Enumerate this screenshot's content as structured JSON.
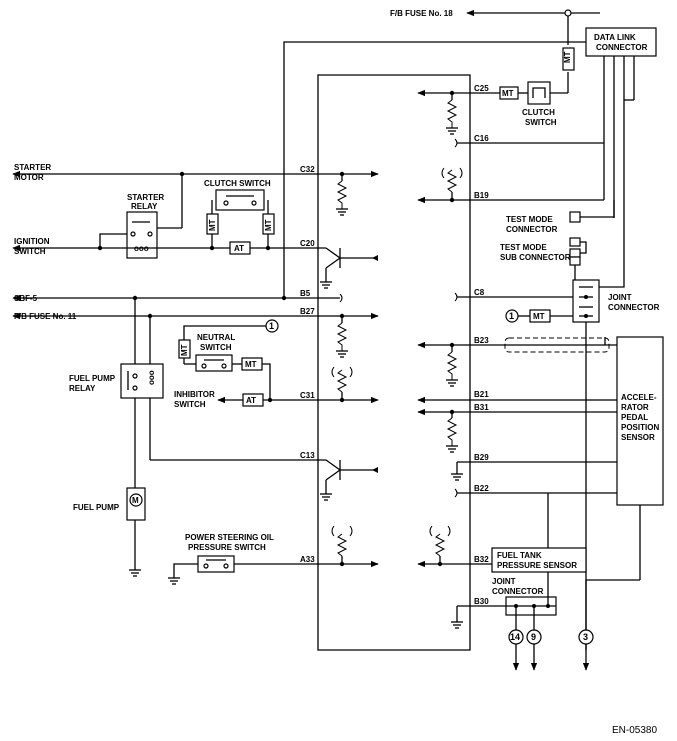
{
  "figure_id": "EN-05380",
  "components": {
    "fb_fuse_18": "F/B FUSE No. 18",
    "data_link": [
      "DATA LINK",
      "CONNECTOR"
    ],
    "starter_motor": [
      "STARTER",
      "MOTOR"
    ],
    "starter_relay": [
      "STARTER",
      "RELAY"
    ],
    "clutch_switch_top": "CLUTCH SWITCH",
    "clutch_switch_right": [
      "CLUTCH",
      "SWITCH"
    ],
    "ignition_switch": [
      "IGNITION",
      "SWITCH"
    ],
    "sbf5": "SBF-5",
    "fb_fuse_11": "F/B FUSE No. 11",
    "neutral_switch": [
      "NEUTRAL",
      "SWITCH"
    ],
    "fuel_pump_relay": [
      "FUEL PUMP",
      "RELAY"
    ],
    "inhibitor_switch": [
      "INHIBITOR",
      "SWITCH"
    ],
    "fuel_pump": "FUEL PUMP",
    "ps_oil_switch": [
      "POWER STEERING OIL",
      "PRESSURE SWITCH"
    ],
    "test_mode": [
      "TEST MODE",
      "CONNECTOR"
    ],
    "test_mode_sub": [
      "TEST MODE",
      "SUB CONNECTOR"
    ],
    "joint_connector_right": [
      "JOINT",
      "CONNECTOR"
    ],
    "accel_sensor": [
      "ACCELE-",
      "RATOR",
      "PEDAL",
      "POSITION",
      "SENSOR"
    ],
    "fuel_tank_sensor": [
      "FUEL TANK",
      "PRESSURE SENSOR"
    ],
    "joint_connector_bottom": [
      "JOINT",
      "CONNECTOR"
    ]
  },
  "pins_left": {
    "c32": "C32",
    "c20": "C20",
    "b5": "B5",
    "b27": "B27",
    "c31": "C31",
    "c13": "C13",
    "a33": "A33"
  },
  "pins_right": {
    "c25": "C25",
    "c16": "C16",
    "b19": "B19",
    "c8": "C8",
    "b23": "B23",
    "b21": "B21",
    "b31": "B31",
    "b29": "B29",
    "b22": "B22",
    "b32": "B32",
    "b30": "B30"
  },
  "tags": {
    "mt": "MT",
    "at": "AT",
    "motor": "M"
  },
  "refs": {
    "one": "1",
    "three": "3",
    "nine": "9",
    "fourteen": "14"
  }
}
